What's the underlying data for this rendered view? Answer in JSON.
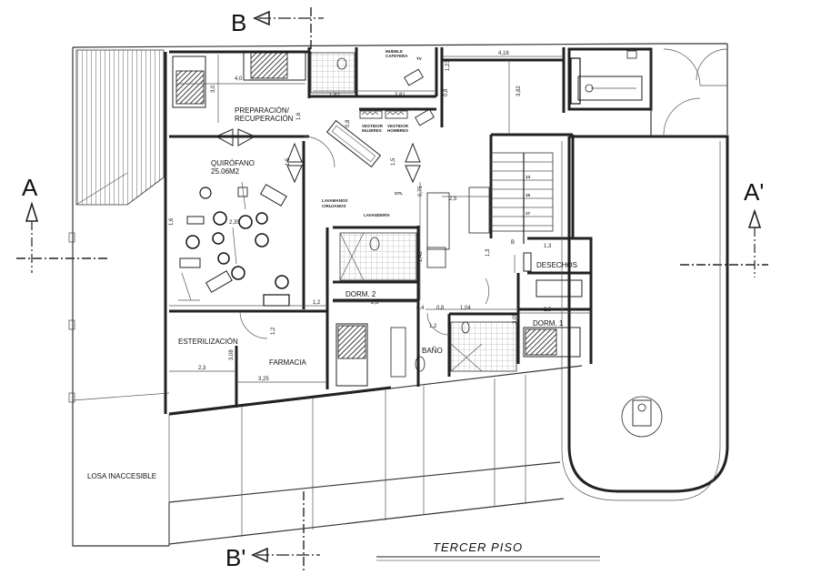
{
  "section_labels": {
    "b_top": "B",
    "b_bottom": "B'",
    "a_left": "A",
    "a_right": "A'"
  },
  "plan_title": "TERCER PISO",
  "rooms": {
    "quirofano_line1": "QUIRÓFANO",
    "quirofano_line2": "25.06M2",
    "preparacion_line1": "PREPARACIÓN/",
    "preparacion_line2": "RECUPERACIÓN",
    "esterilizacion": "ESTERILIZACIÓN",
    "farmacia": "FARMACIA",
    "dorm2": "DORM. 2",
    "dorm1": "DORM. 1",
    "bano": "BAÑO",
    "desechos": "DESECHOS",
    "losa": "LOSA INACCESIBLE",
    "lavamanos_line1": "LAVAMANOS",
    "lavamanos_line2": "CIRUJANOS",
    "lavanderia": "LAVANDERÍA",
    "mueble_line1": "MUEBLE",
    "mueble_line2": "CAFETERA",
    "vestidor_mujeres_line1": "VESTIDOR",
    "vestidor_mujeres_line2": "MUJERES",
    "vestidor_hombres_line1": "VESTIDOR",
    "vestidor_hombres_line2": "HOMBRES",
    "tv": "TV",
    "gtl": "GTL",
    "stair_b": "B"
  },
  "dimensions": {
    "d_4_0": "4,0",
    "d_3_0": "3,0",
    "d_1_82": "1,82",
    "d_2_81": "2,81",
    "d_4_18": "4,18",
    "d_3_82": "3,82",
    "d_1_23": "1,23",
    "d_0_8a": "0,8",
    "d_1_6": "1,6",
    "d_0_8b": "0,8",
    "d_1_5a": "1,5",
    "d_1_5b": "1,5",
    "d_2_5a": "2,5",
    "d_2_5b": "2,5",
    "d_2_5c": "2,5",
    "d_1_2a": "1,2",
    "d_1_2b": "1,2",
    "d_1_2c": "1,2",
    "d_1_3a": "1,3",
    "d_1_3b": "1,3",
    "d_0_4": "0,4",
    "d_0_8c": "0,8",
    "d_1_04": "1,04",
    "d_3_05": "3,05",
    "d_3_08": "3,08",
    "d_2_3": "2,3",
    "d_3_25": "3,25",
    "d_1_46": "1,46",
    "d_0_75": "0,75",
    "d_2_35": "2,35",
    "d_1_6b": "1,6"
  },
  "colors": {
    "line": "#222222",
    "hatch": "#333333",
    "background": "#ffffff"
  }
}
